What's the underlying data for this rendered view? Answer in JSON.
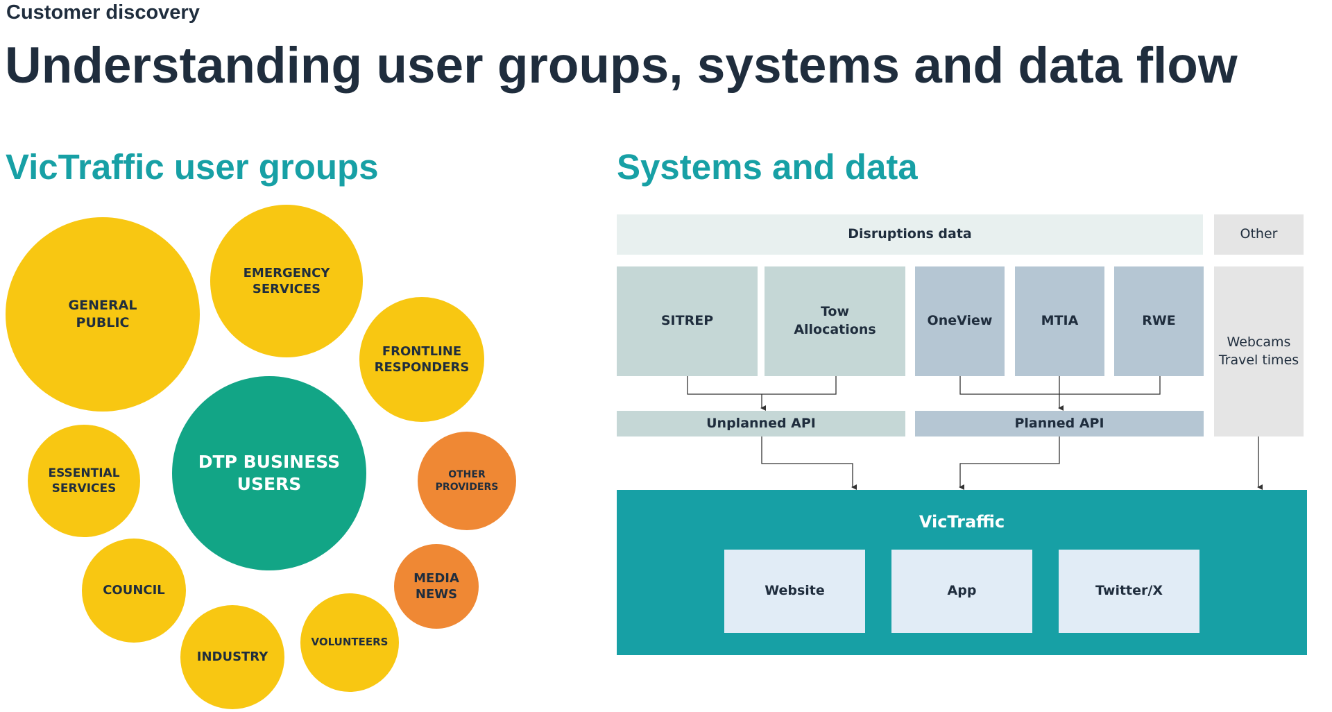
{
  "header": {
    "eyebrow": "Customer discovery",
    "title": "Understanding user groups, systems and data flow"
  },
  "user_groups": {
    "title": "VicTraffic user groups",
    "bubbles": [
      {
        "id": "general-public",
        "label": "GENERAL\nPUBLIC",
        "color": "#f8c712"
      },
      {
        "id": "emergency-services",
        "label": "EMERGENCY\nSERVICES",
        "color": "#f8c712"
      },
      {
        "id": "frontline-responders",
        "label": "FRONTLINE\nRESPONDERS",
        "color": "#f8c712"
      },
      {
        "id": "dtp-business-users",
        "label": "DTP BUSINESS\nUSERS",
        "color": "#12a586"
      },
      {
        "id": "essential-services",
        "label": "ESSENTIAL\nSERVICES",
        "color": "#f8c712"
      },
      {
        "id": "other-providers",
        "label": "OTHER\nPROVIDERS",
        "color": "#ef8834"
      },
      {
        "id": "media-news",
        "label": "MEDIA\nNEWS",
        "color": "#ef8834"
      },
      {
        "id": "council",
        "label": "COUNCIL",
        "color": "#f8c712"
      },
      {
        "id": "industry",
        "label": "INDUSTRY",
        "color": "#f8c712"
      },
      {
        "id": "volunteers",
        "label": "VOLUNTEERS",
        "color": "#f8c712"
      }
    ]
  },
  "systems": {
    "title": "Systems and data",
    "disruptions_label": "Disruptions data",
    "other_label": "Other",
    "sources": {
      "sitrep": "SITREP",
      "tow_allocations": "Tow\nAllocations",
      "oneview": "OneView",
      "mtia": "MTIA",
      "rwe": "RWE",
      "webcams": "Webcams\nTravel times"
    },
    "apis": {
      "unplanned": "Unplanned API",
      "planned": "Planned API"
    },
    "victraffic": {
      "title": "VicTraffic",
      "channels": [
        "Website",
        "App",
        "Twitter/X"
      ]
    },
    "colors": {
      "disruptions": "#e8f0ef",
      "other": "#e5e5e5",
      "unplanned": "#c5d7d6",
      "planned": "#b5c6d3",
      "victraffic": "#17a0a5",
      "channel": "#e1ecf6"
    }
  }
}
